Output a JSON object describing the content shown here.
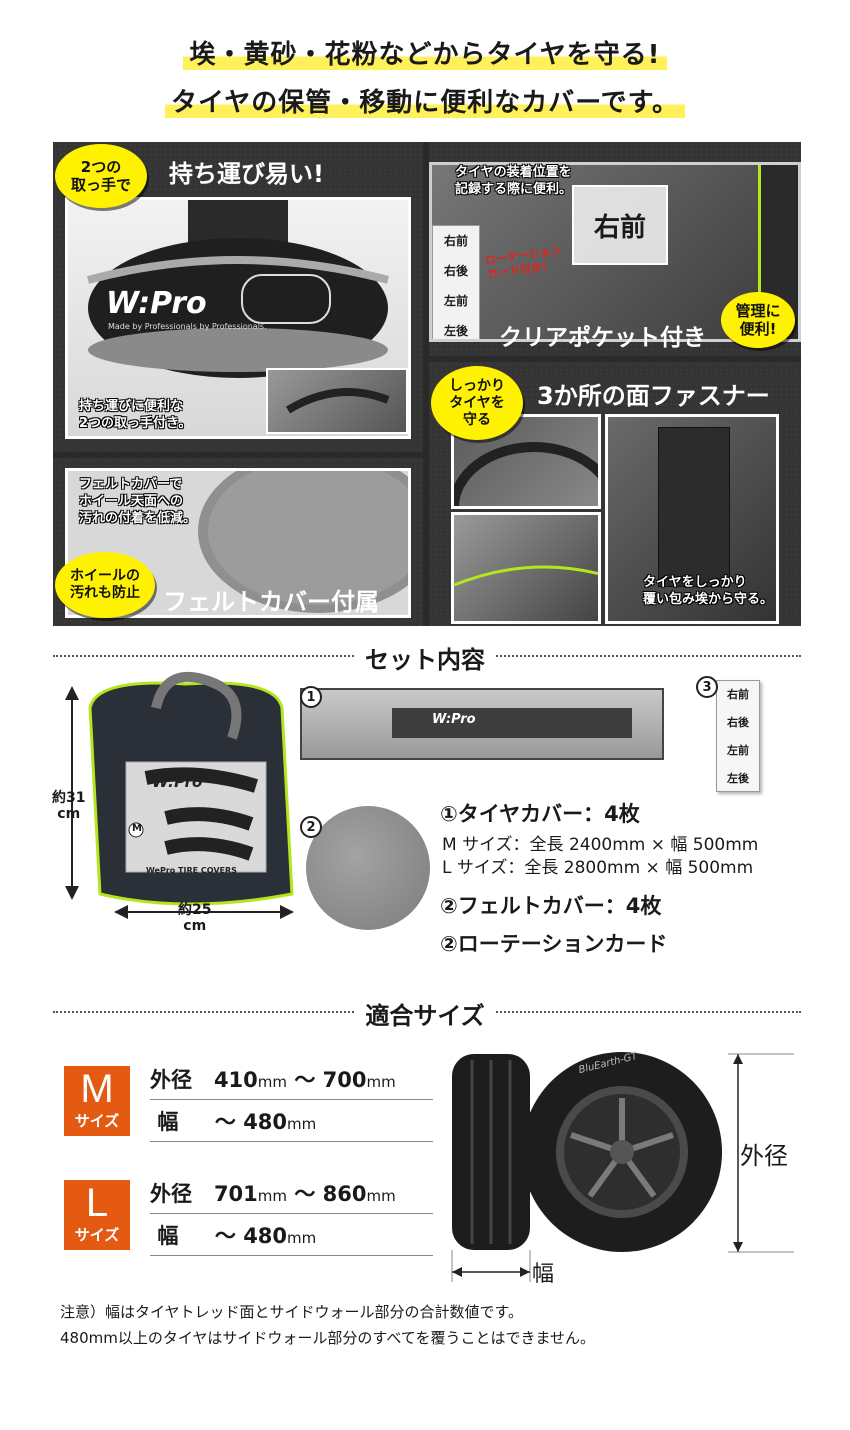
{
  "headline": {
    "line1": "埃・黄砂・花粉などからタイヤを守る!",
    "line2": "タイヤの保管・移動に便利なカバーです。"
  },
  "features": {
    "carry": {
      "bubble": "2つの\n取っ手で",
      "title": "持ち運び易い!",
      "brand": "W:Pro",
      "brand_tag": "Made by Professionals by Professionals.",
      "note": "持ち運びに便利な\n2つの取っ手付き。"
    },
    "pocket": {
      "note": "タイヤの装着位置を\n記録する際に便利。",
      "card_label": "右前",
      "positions": [
        "右前",
        "右後",
        "左前",
        "左後"
      ],
      "rotation": "ローテーション\nカード付き!",
      "title": "クリアポケット付き",
      "bubble": "管理に\n便利!"
    },
    "zipper": {
      "bubble": "しっかり\nタイヤを\n守る",
      "title": "3か所の面ファスナー",
      "note": "タイヤをしっかり\n覆い包み埃から守る。"
    },
    "felt": {
      "note": "フェルトカバーで\nホイール天面への\n汚れの付着を低減。",
      "bubble": "ホイールの\n汚れも防止",
      "title": "フェルトカバー付属"
    }
  },
  "set": {
    "section_title": "セット内容",
    "bag_height": "約31\ncm",
    "bag_width": "約25\ncm",
    "bag_brand": "W:Pro",
    "bag_size_mark": "M",
    "bag_product": "WePro TIRE COVERS",
    "item1_num": "1",
    "item2_num": "2",
    "item3_num": "3",
    "cover_brand": "W:Pro",
    "card_positions": [
      "右前",
      "右後",
      "左前",
      "左後"
    ],
    "spec1_title": "①タイヤカバー：4枚",
    "spec1_m": "M サイズ：全長 2400mm × 幅 500mm",
    "spec1_l": "L  サイズ：全長 2800mm × 幅 500mm",
    "spec2_title": "②フェルトカバー：4枚",
    "spec3_title": "②ローテーションカード"
  },
  "fit": {
    "section_title": "適合サイズ",
    "m": {
      "letter": "M",
      "label": "サイズ",
      "outer_label": "外径",
      "outer_min": "410",
      "outer_max": "700",
      "width_label": "幅",
      "width_max": "480",
      "unit": "mm",
      "tilde": "～"
    },
    "l": {
      "letter": "L",
      "label": "サイズ",
      "outer_label": "外径",
      "outer_min": "701",
      "outer_max": "860",
      "width_label": "幅",
      "width_max": "480",
      "unit": "mm",
      "tilde": "～"
    },
    "diagram_outer": "外径",
    "diagram_width": "幅",
    "tire_sidewall": "BluEarth-GT"
  },
  "footnote": {
    "line1": "注意）幅はタイヤトレッド面とサイドウォール部分の合計数値です。",
    "line2": "480mm以上のタイヤはサイドウォール部分のすべてを覆うことはできません。"
  },
  "colors": {
    "highlight": "#fff15a",
    "bubble": "#fff200",
    "badge": "#e55a12",
    "panel": "#343434",
    "piping": "#b5e61d"
  }
}
